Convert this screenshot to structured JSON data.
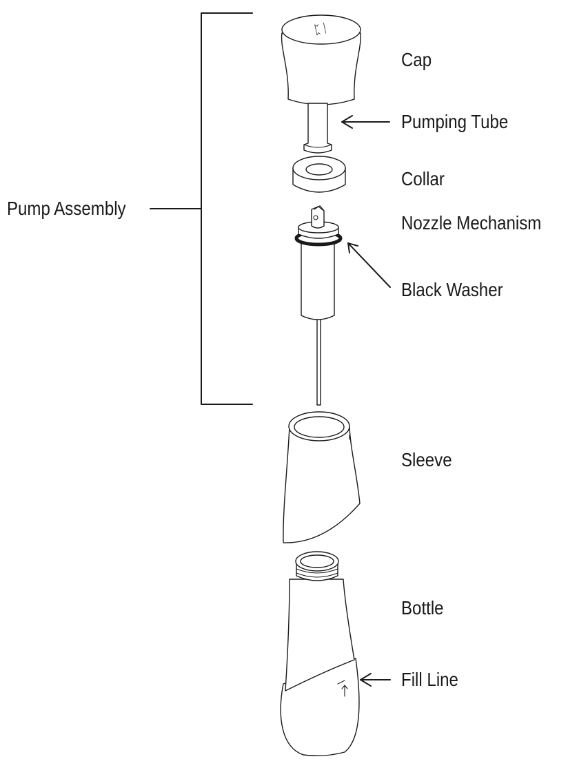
{
  "labels": {
    "cap": "Cap",
    "pumping_tube": "Pumping Tube",
    "collar": "Collar",
    "pump_assembly": "Pump Assembly",
    "nozzle_mechanism": "Nozzle Mechanism",
    "black_washer": "Black Washer",
    "sleeve": "Sleeve",
    "bottle": "Bottle",
    "fill_line": "Fill Line"
  },
  "cap_logo": "ᛈᛁ",
  "colors": {
    "ink": "#1a1a1a",
    "background": "#ffffff"
  }
}
